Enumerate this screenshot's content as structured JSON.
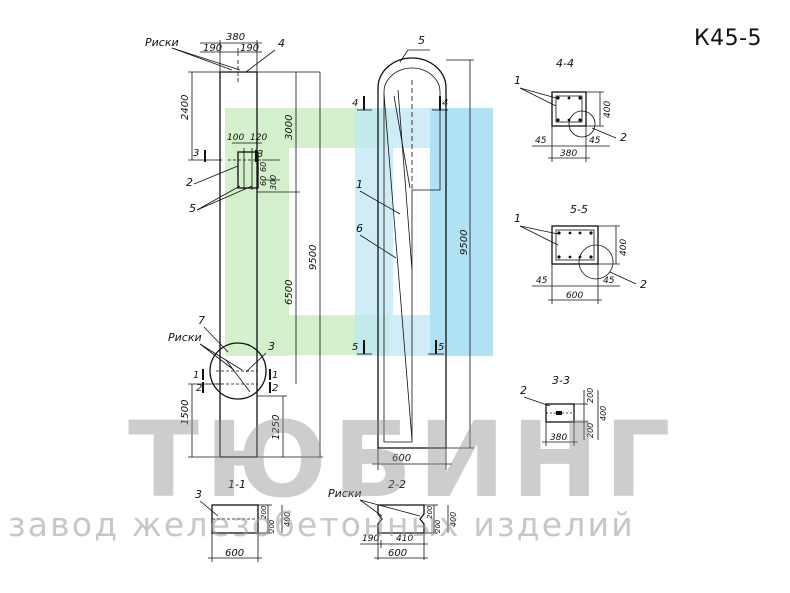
{
  "title": "К45-5",
  "watermark": {
    "brand": "ТЮБИНГ",
    "tagline": "завод железобетонных изделий",
    "colors": {
      "green": "#bde6b4",
      "blue": "#9fdcf2",
      "gray": "#8a8a8a"
    }
  },
  "elevation": {
    "top_dims": [
      "380",
      "190",
      "190"
    ],
    "risk_label_top": "Риски",
    "risk_label_bottom": "Риски",
    "leaders": [
      "4",
      "2",
      "5",
      "7",
      "3"
    ],
    "vert_dims": [
      "2400",
      "3000",
      "9500",
      "6500",
      "1500",
      "1250"
    ],
    "mid_dims": [
      "100",
      "120",
      "60",
      "60",
      "300"
    ],
    "cuts": [
      "3",
      "3",
      "1",
      "1",
      "2",
      "2"
    ]
  },
  "side_view": {
    "leaders": [
      "5",
      "1",
      "6"
    ],
    "cuts": [
      "4",
      "4",
      "5",
      "5"
    ],
    "dims": [
      "9500",
      "600"
    ]
  },
  "section_4_4": {
    "title": "4-4",
    "leaders": [
      "1",
      "2"
    ],
    "dims": [
      "400",
      "45",
      "45",
      "380"
    ]
  },
  "section_5_5": {
    "title": "5-5",
    "leaders": [
      "1",
      "2"
    ],
    "dims": [
      "400",
      "45",
      "45",
      "600"
    ]
  },
  "section_3_3": {
    "title": "3-3",
    "leaders": [
      "2"
    ],
    "dims": [
      "200",
      "400",
      "200",
      "380"
    ]
  },
  "section_1_1": {
    "title": "1-1",
    "leaders": [
      "3"
    ],
    "dims": [
      "200",
      "200",
      "400",
      "600"
    ]
  },
  "section_2_2": {
    "title": "2-2",
    "risk_label": "Риски",
    "dims": [
      "190",
      "410",
      "600",
      "200",
      "200",
      "400"
    ]
  }
}
